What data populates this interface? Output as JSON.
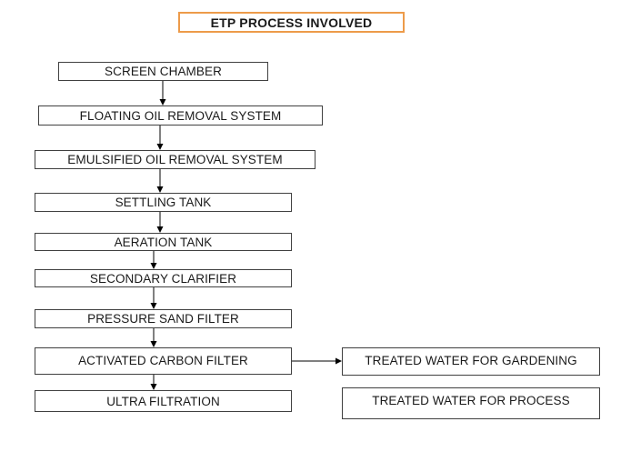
{
  "title": "ETP PROCESS INVOLVED",
  "steps": [
    "SCREEN CHAMBER",
    "FLOATING OIL REMOVAL SYSTEM",
    "EMULSIFIED OIL REMOVAL SYSTEM",
    "SETTLING TANK",
    "AERATION TANK",
    "SECONDARY CLARIFIER",
    "PRESSURE SAND FILTER",
    "ACTIVATED CARBON FILTER",
    "ULTRA FILTRATION"
  ],
  "outputs": [
    "TREATED WATER FOR GARDENING",
    "TREATED WATER FOR PROCESS"
  ],
  "colors": {
    "title_border": "#ed9b4a",
    "box_border": "#404040",
    "arrow": "#000000"
  }
}
